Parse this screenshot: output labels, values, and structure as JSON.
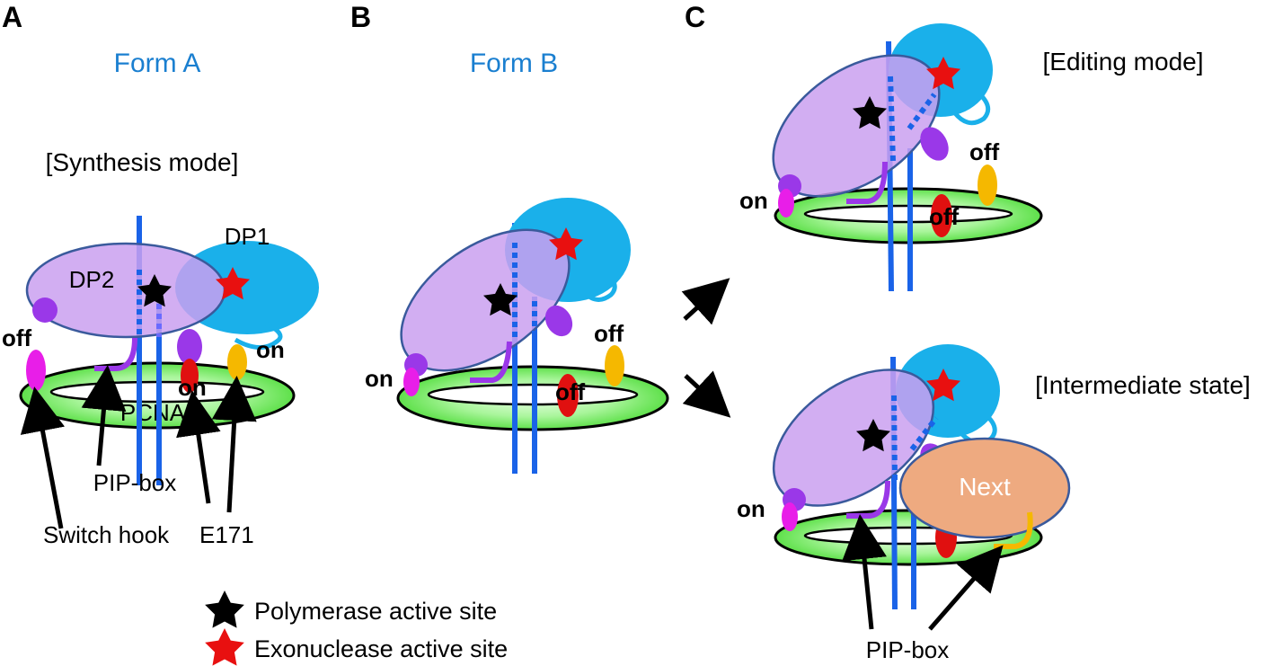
{
  "panels": {
    "a": "A",
    "b": "B",
    "c": "C"
  },
  "forms": {
    "a": "Form A",
    "b": "Form B"
  },
  "modes": {
    "synthesis": "[Synthesis mode]",
    "editing": "[Editing mode]",
    "intermediate": "[Intermediate state]"
  },
  "labels": {
    "dp1": "DP1",
    "dp2": "DP2",
    "pcna": "PCNA",
    "pip_box": "PIP-box",
    "switch_hook": "Switch hook",
    "e171": "E171",
    "next": "Next",
    "on": "on",
    "off": "off"
  },
  "legend": {
    "polymerase": "Polymerase active site",
    "exonuclease": "Exonuclease active site"
  },
  "colors": {
    "dp1": "#1ab0ea",
    "dp2": "#caa0f0",
    "pcna": "#8ef07a",
    "dna": "#1a63e8",
    "switch_hook": "#e81ee8",
    "e171": "#e01010",
    "yellow_site": "#f5b800",
    "purple_site": "#9a38e8",
    "next": "#eeaa80",
    "form_title": "#1a7fd0",
    "polymerase_star": "#000000",
    "exonuclease_star": "#e81010"
  }
}
